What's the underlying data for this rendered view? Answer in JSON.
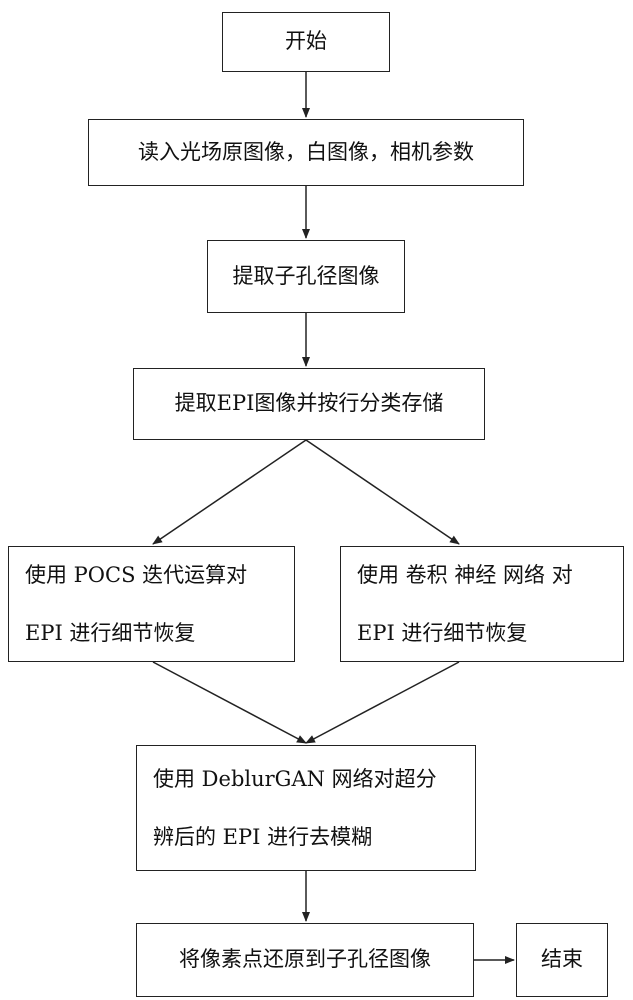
{
  "flowchart": {
    "start": "开始",
    "read_input": "读入光场原图像，白图像，相机参数",
    "extract_subaperture": "提取子孔径图像",
    "extract_epi": "提取EPI图像并按行分类存储",
    "pocs_branch": {
      "line1": "使用 POCS 迭代运算对",
      "line2": "EPI 进行细节恢复"
    },
    "cnn_branch": {
      "line1": "使用 卷积 神经 网络 对",
      "line2": "EPI 进行细节恢复"
    },
    "deblur": {
      "line1": "使用 DeblurGAN 网络对超分",
      "line2": "辨后的 EPI 进行去模糊"
    },
    "restore_pixels": "将像素点还原到子孔径图像",
    "end": "结束"
  }
}
